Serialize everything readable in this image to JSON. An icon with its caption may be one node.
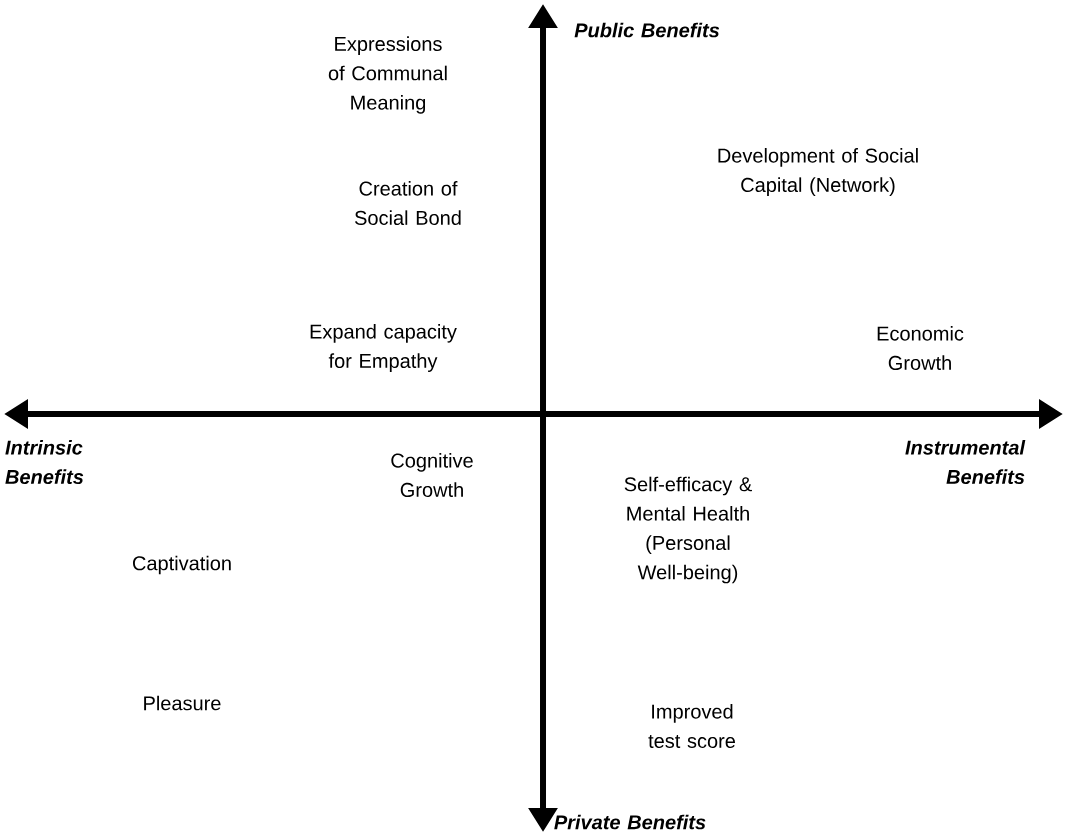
{
  "diagram": {
    "labels": [
      "Expressions of Communal Meaning",
      "Public Benefits",
      "Development of Social Capital (Network)",
      "Creation of Social Bond",
      "Expand capacity for Empathy",
      "Economic Growth",
      "Intrinsic Benefits",
      "Instrumental Benefits",
      "Cognitive Growth",
      "Self-efficacy & Mental Health (Personal Well-being)",
      "Captivation",
      "Pleasure",
      "Improved test score",
      "Private Benefits"
    ]
  }
}
